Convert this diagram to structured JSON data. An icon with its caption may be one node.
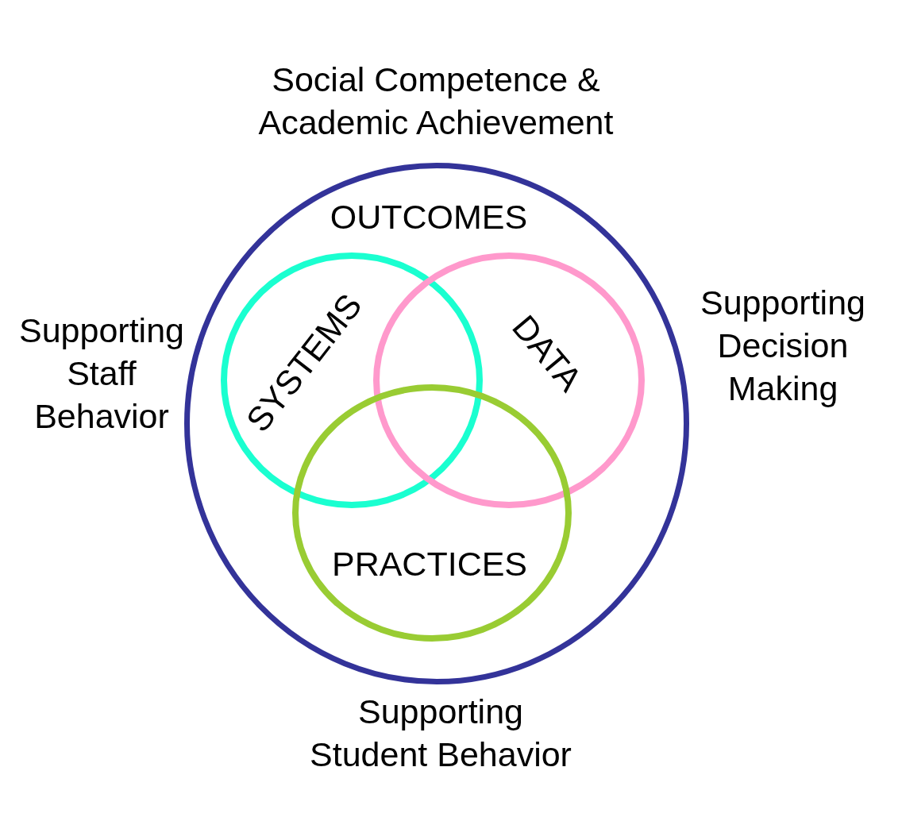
{
  "diagram": {
    "nodes": [
      {
        "text": [
          "OUTCOMES"
        ]
      },
      {
        "text": [
          "SYSTEMS"
        ],
        "in": 0
      },
      {
        "text": [
          "DATA"
        ],
        "in": 0
      },
      {
        "text": [
          "PRACTICES"
        ],
        "in": 0
      }
    ],
    "labels": [
      "Social Competence & Academic Achievement",
      "Supporting Staff Behavior",
      "Supporting Decision Making",
      "Supporting Student Behavior"
    ]
  }
}
